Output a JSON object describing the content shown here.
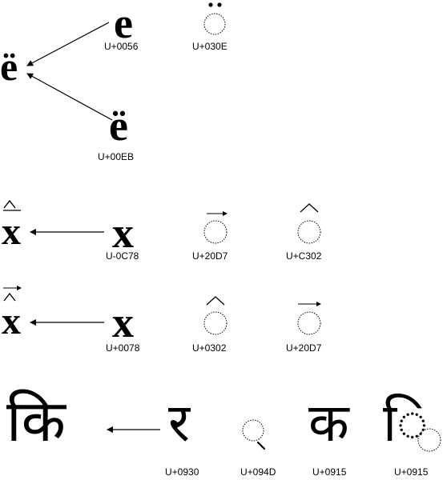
{
  "row1": {
    "result": "ë",
    "base": "e",
    "precomposed": "ë",
    "base_code": "U+0056",
    "mark_code": "U+030E",
    "precomposed_code": "U+00EB"
  },
  "row2": {
    "result": "x",
    "base": "x",
    "base_code": "U-0C78",
    "mark1_code": "U+20D7",
    "mark2_code": "U+C302"
  },
  "row3": {
    "result": "x",
    "base": "x",
    "base_code": "U+0078",
    "mark1_code": "U+0302",
    "mark2_code": "U+20D7"
  },
  "row4": {
    "result": "कि",
    "base": "र",
    "conjunct": "क",
    "vowel_sign": "ि",
    "base_code": "U+0930",
    "virama_code": "U+094D",
    "consonant_code": "U+0915",
    "vowel_code": "U+0915"
  }
}
